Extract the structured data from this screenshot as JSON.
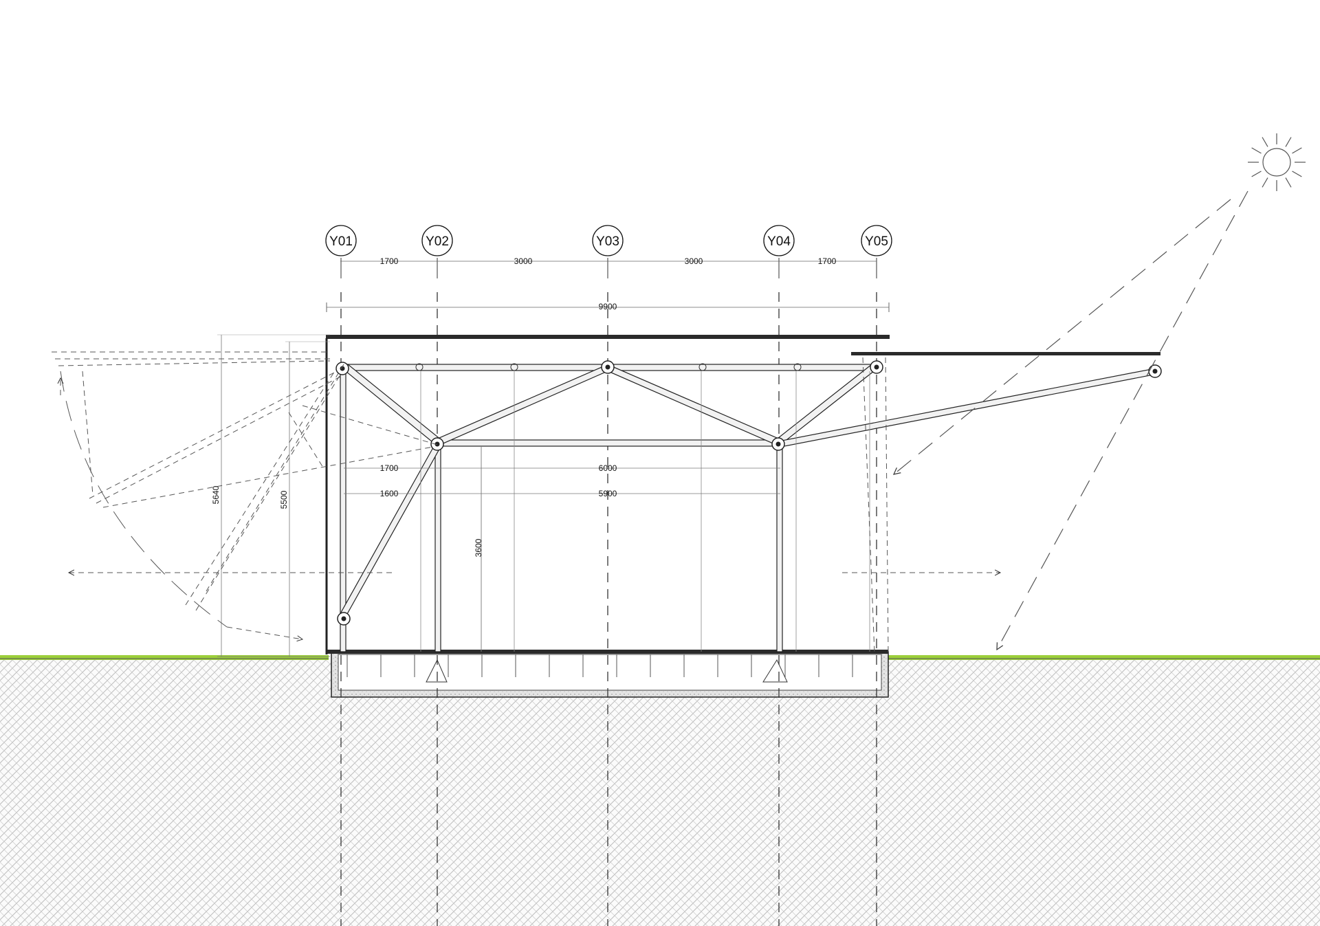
{
  "grid_lines": [
    "Y01",
    "Y02",
    "Y03",
    "Y04",
    "Y05"
  ],
  "top_spans": [
    "1700",
    "3000",
    "3000",
    "1700"
  ],
  "overall_width": "9900",
  "inner_spans": {
    "span_a_left": "1700",
    "span_a_main": "6000",
    "span_b_left": "1600",
    "span_b_main": "5900"
  },
  "heights": {
    "outer": "5640",
    "inner": "5500",
    "clear": "3600"
  },
  "colors": {
    "line": "#1a1a1a",
    "ground": "#9ccf3a",
    "hatch": "#b8b8b8",
    "member_fill": "#f2f2f2"
  },
  "icons": {
    "sun": "sun-icon"
  }
}
